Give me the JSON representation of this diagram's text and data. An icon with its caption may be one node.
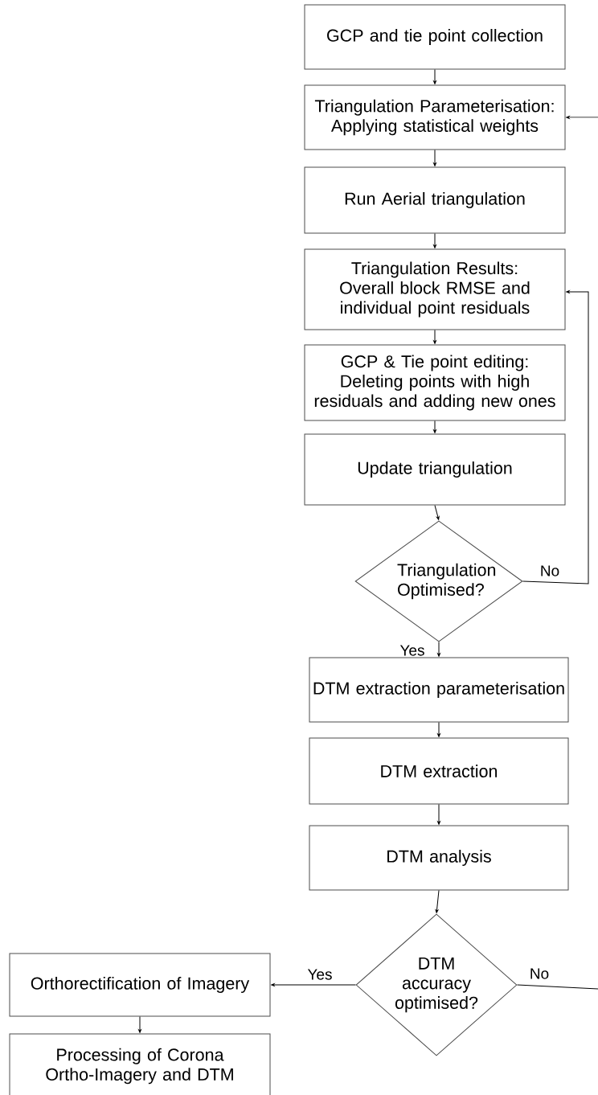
{
  "diagram": {
    "nodes": [
      {
        "text": [
          "GCP and tie point collection"
        ]
      },
      {
        "text": [
          "Triangulation Parameterisation: Applying statistical weights"
        ]
      },
      {
        "text": [
          "Run Aerial triangulation"
        ]
      },
      {
        "text": [
          "Triangulation Results: Overall block RMSE and individual point residuals"
        ]
      },
      {
        "text": [
          "GCP & Tie point editing: Deleting points with high residuals and adding new ones"
        ]
      },
      {
        "text": [
          "Update triangulation"
        ]
      },
      {
        "text": [
          "Triangulation Optimised?"
        ]
      },
      {
        "text": [
          "DTM extraction parameterisation"
        ]
      },
      {
        "text": [
          "DTM extraction"
        ]
      },
      {
        "text": [
          "DTM analysis"
        ]
      },
      {
        "text": [
          "DTM accuracy optimised?"
        ]
      },
      {
        "text": [
          "Orthorectification of Imagery"
        ]
      },
      {
        "text": [
          "Processing of Corona Ortho-Imagery and DTM"
        ]
      }
    ],
    "edges": [
      {
        "from": 0,
        "to": 1,
        "arrow": "to"
      },
      {
        "from": 1,
        "to": 2,
        "arrow": "to"
      },
      {
        "from": 2,
        "to": 3,
        "arrow": "to"
      },
      {
        "from": 3,
        "to": 4,
        "arrow": "to"
      },
      {
        "from": 4,
        "to": 5,
        "arrow": "to"
      },
      {
        "from": 5,
        "to": 6,
        "arrow": "to"
      },
      {
        "from": 6,
        "to": 3,
        "arrow": "to",
        "label": "No"
      },
      {
        "from": 6,
        "to": 7,
        "arrow": "to",
        "label": "Yes"
      },
      {
        "from": 7,
        "to": 8,
        "arrow": "to"
      },
      {
        "from": 8,
        "to": 9,
        "arrow": "to"
      },
      {
        "from": 9,
        "to": 10,
        "arrow": "to"
      },
      {
        "from": 10,
        "to": 11,
        "arrow": "to",
        "label": "Yes"
      },
      {
        "from": 11,
        "to": 12,
        "arrow": "to"
      },
      {
        "from": 10,
        "to": null,
        "arrow": "none",
        "label": "No"
      },
      {
        "from": null,
        "to": 1,
        "arrow": "to"
      }
    ]
  }
}
